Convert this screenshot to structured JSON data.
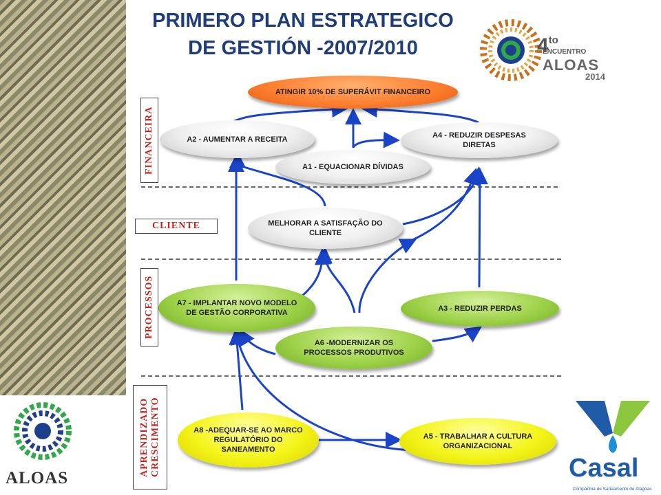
{
  "title": {
    "line1": "PRIMERO PLAN ESTRATEGICO",
    "line2": "DE GESTIÓN -2007/2010"
  },
  "event_logo": {
    "number": "4",
    "superscript": "to",
    "name": "ENCUENTRO",
    "brand": "ALOAS",
    "year": "2014"
  },
  "perspectives": {
    "financial": "FINANCEIRA",
    "client": "CLIENTE",
    "processes": "PROCESSOS",
    "learning_1": "APRENDIZADO",
    "learning_2": "CRESCIMENTO"
  },
  "nodes": {
    "goal": "ATINGIR 10% DE SUPERÁVIT FINANCEIRO",
    "a2": "A2 - AUMENTAR A RECEITA",
    "a4": "A4 - REDUZIR DESPESAS DIRETAS",
    "a1": "A1 - EQUACIONAR DÍVIDAS",
    "client": "MELHORAR A SATISFAÇÃO DO CLIENTE",
    "a7": "A7 - IMPLANTAR NOVO MODELO DE GESTÃO CORPORATIVA",
    "a3": "A3 - REDUZIR PERDAS",
    "a6": "A6 -MODERNIZAR OS PROCESSOS PRODUTIVOS",
    "a8": "A8 -ADEQUAR-SE AO MARCO REGULATÓRIO DO SANEAMENTO",
    "a5": "A5 - TRABALHAR A CULTURA ORGANIZACIONAL"
  },
  "logos": {
    "aloas": "ALOAS",
    "casal": "Casal",
    "casal_sub": "Companhia de Saneamento de Alagoas"
  },
  "colors": {
    "title": "#1f3d7a",
    "perspective_text": "#c0251d",
    "arrow": "#1a44c8",
    "grey_node": "#e0e0e0",
    "green_node": "#8cc63f",
    "yellow_node": "#f0f000",
    "orange_node": "#ff7f27"
  }
}
